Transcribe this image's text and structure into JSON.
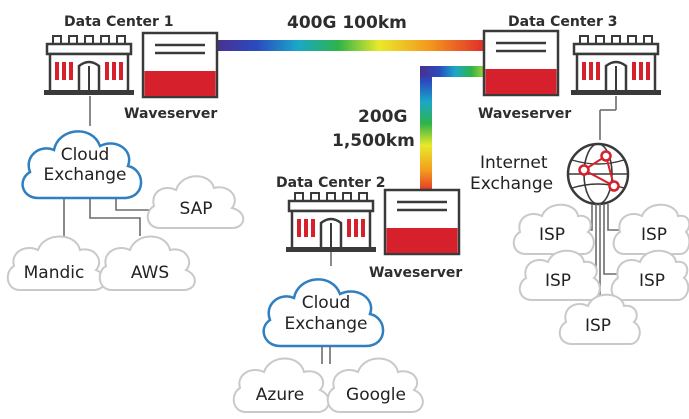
{
  "colors": {
    "brand_red": "#d6202c",
    "cloud_blue": "#2f7fc1",
    "cloud_grey": "#c9c9c9",
    "building_dark": "#3a3a3a"
  },
  "datacenters": {
    "dc1": {
      "title": "Data Center 1",
      "device": "Waveserver",
      "cloud": "Cloud Exchange"
    },
    "dc2": {
      "title": "Data Center 2",
      "device": "Waveserver",
      "cloud": "Cloud Exchange"
    },
    "dc3": {
      "title": "Data Center 3",
      "device": "Waveserver",
      "exchange_line1": "Internet",
      "exchange_line2": "Exchange"
    }
  },
  "links": {
    "top": "400G 100km",
    "vertical_line1": "200G",
    "vertical_line2": "1,500km"
  },
  "clouds": {
    "sap": "SAP",
    "mandic": "Mandic",
    "aws": "AWS",
    "azure": "Azure",
    "google": "Google",
    "isp": "ISP"
  }
}
